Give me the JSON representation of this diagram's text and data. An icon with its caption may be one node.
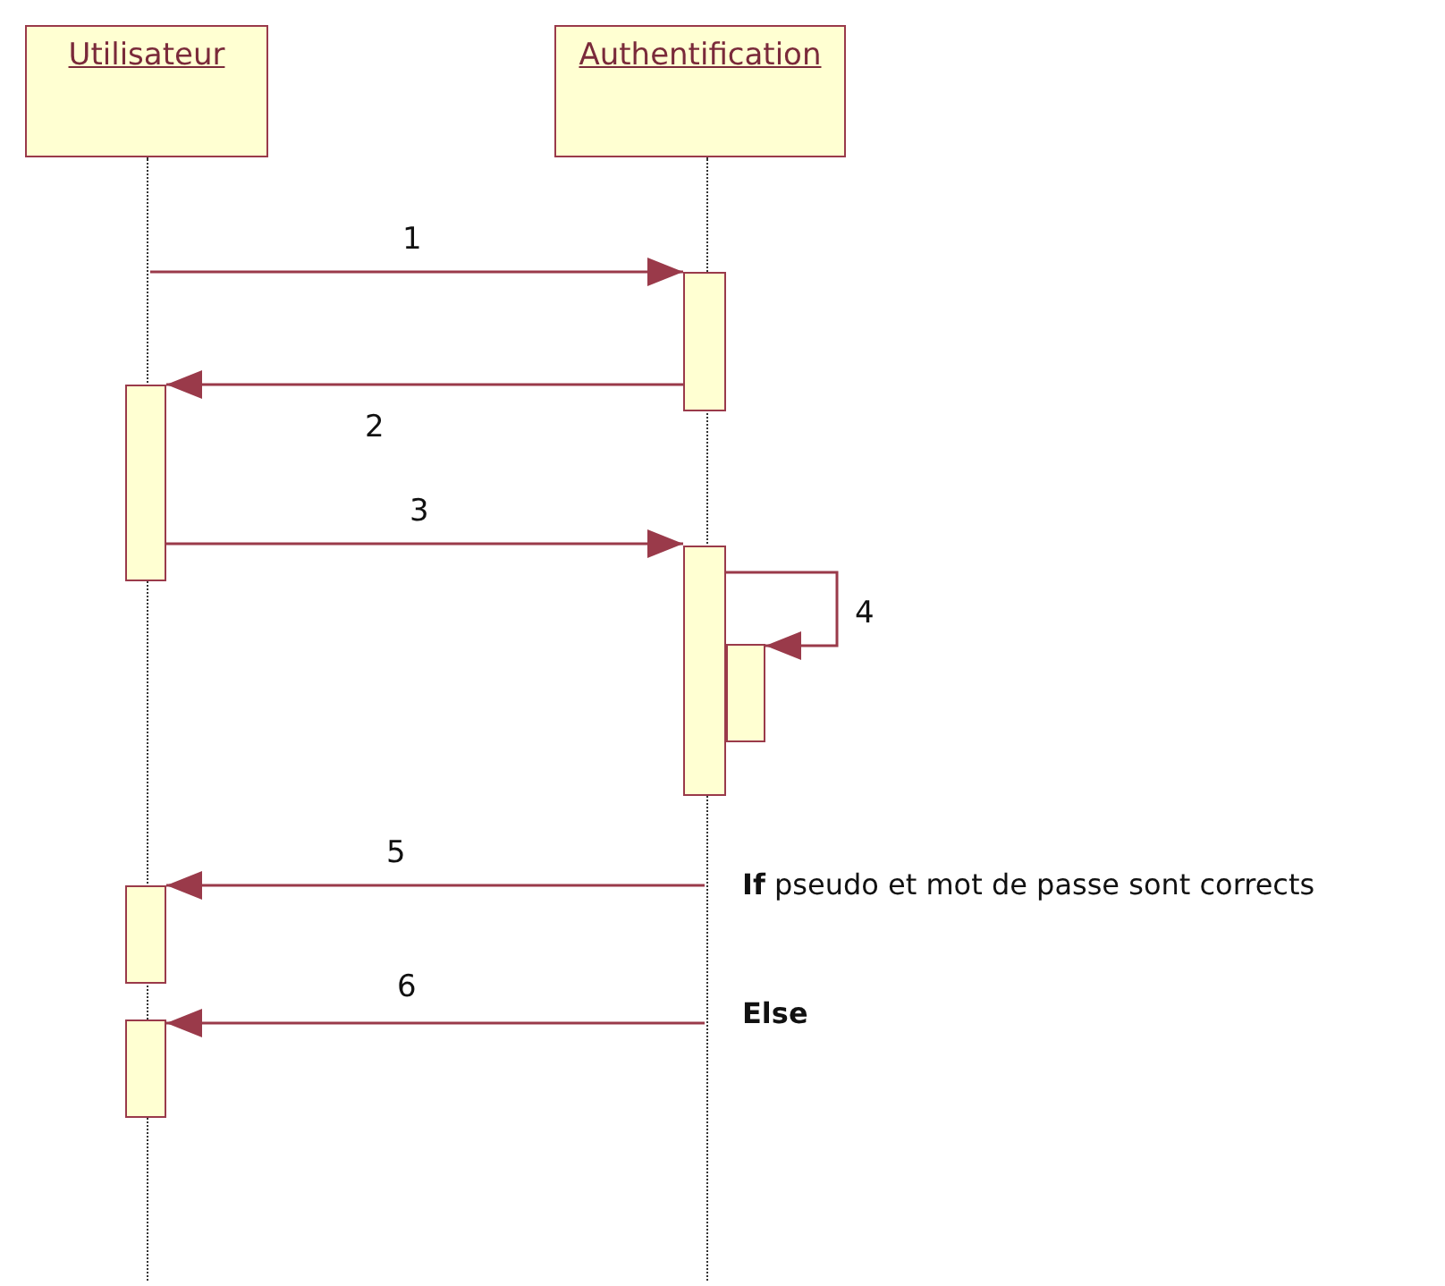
{
  "diagram": {
    "nodes": [
      {
        "text": [
          "Utilisateur"
        ]
      },
      {
        "text": [
          "Authentification"
        ]
      },
      {
        "text": [],
        "shape": "line"
      },
      {
        "text": [],
        "shape": "line"
      },
      {
        "text": [],
        "shape": "bar"
      },
      {
        "text": [],
        "shape": "bar"
      },
      {
        "text": [],
        "shape": "bar"
      },
      {
        "text": [],
        "shape": "bar"
      },
      {
        "text": [],
        "shape": "bar"
      },
      {
        "text": [],
        "shape": "bar"
      }
    ],
    "edges": [
      {
        "from": 2,
        "to": 4,
        "arrow": "to",
        "label": "1"
      },
      {
        "from": 4,
        "to": 5,
        "arrow": "to",
        "label": "2"
      },
      {
        "from": 5,
        "to": 6,
        "arrow": "to",
        "label": "3"
      },
      {
        "from": 6,
        "to": 7,
        "arrow": "to",
        "label": "4"
      },
      {
        "from": 3,
        "to": 8,
        "arrow": "to",
        "label": "5"
      },
      {
        "from": 3,
        "to": 9,
        "arrow": "to",
        "label": "6"
      }
    ],
    "labels": [
      "**If** pseudo et mot de passe sont corrects",
      "**Else**"
    ]
  }
}
